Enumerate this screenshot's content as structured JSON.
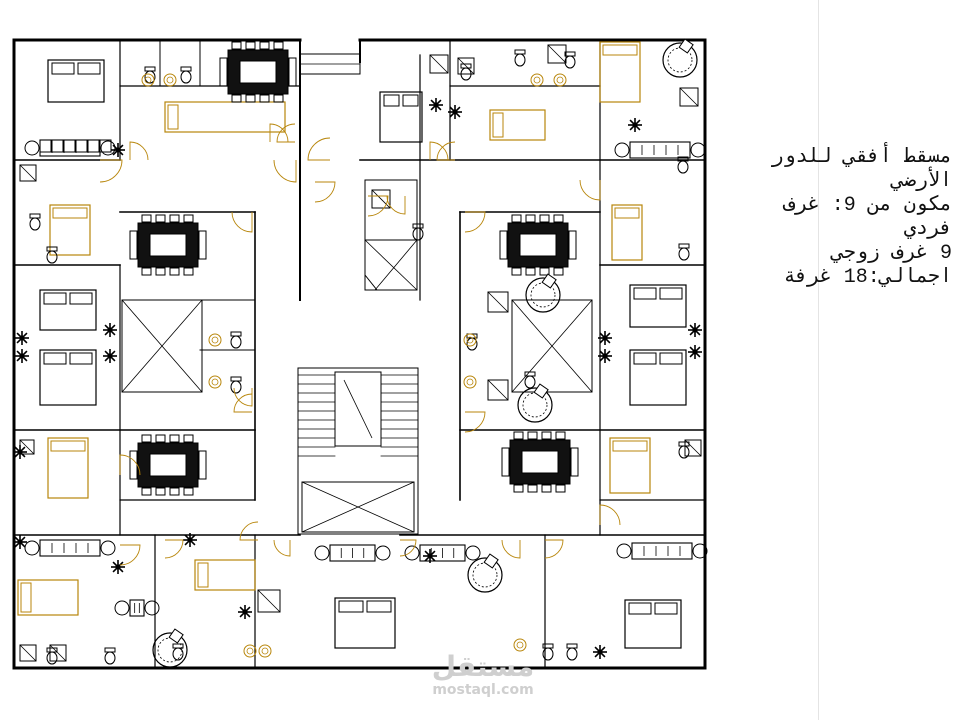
{
  "caption": {
    "line1": "مسقط أفقي للدور",
    "line2": "الأرضي",
    "line3": "مكون من 9: غرف",
    "line4": "فردي",
    "line5": "9 غرف زوجي",
    "line6": "اجمالي:18 غرفة"
  },
  "watermark": {
    "logo": "مستقل",
    "url": "mostaql.com"
  },
  "colors": {
    "wall": "#000000",
    "bed_single": "#b8860b",
    "background": "#ffffff"
  },
  "icons": {
    "plan": "floor-plan-drawing",
    "bed": "bed-icon",
    "dining_table": "dining-table-icon",
    "toilet": "toilet-icon",
    "sink": "sink-icon",
    "plant": "plant-icon",
    "sofa": "sofa-icon",
    "stair": "staircase-icon",
    "elevator": "elevator-shaft-icon"
  }
}
